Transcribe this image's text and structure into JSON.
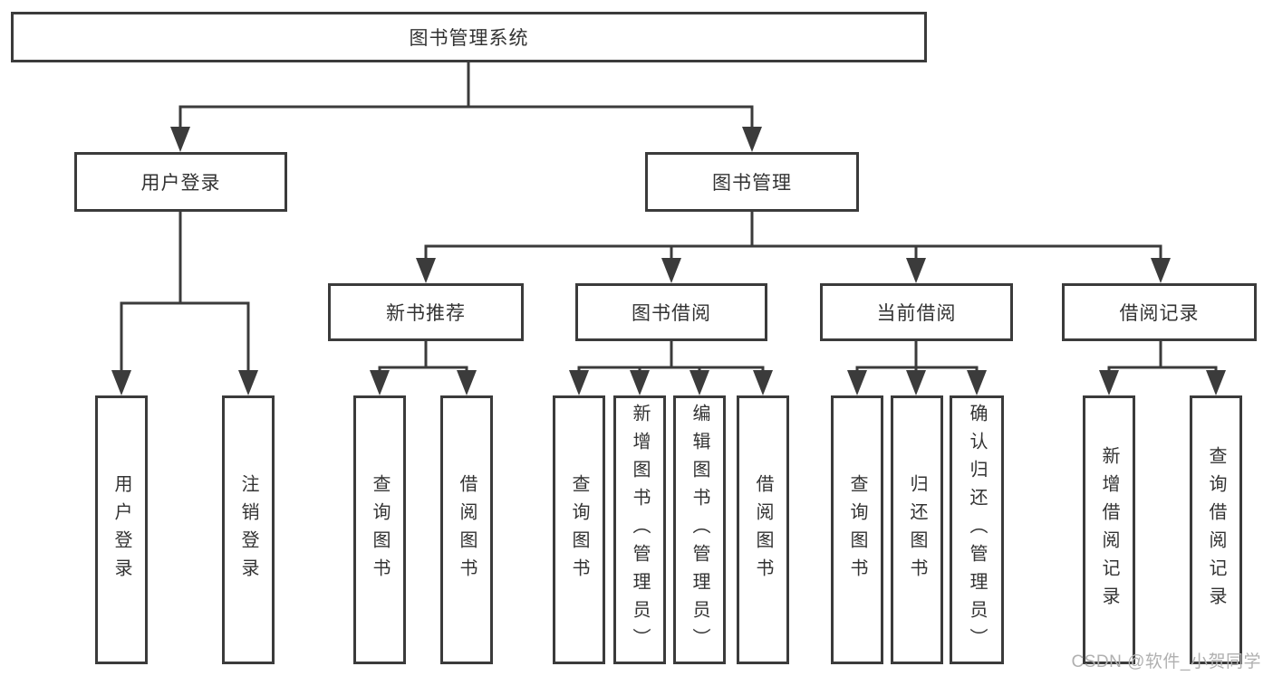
{
  "tree": {
    "root": "图书管理系统",
    "children": [
      {
        "label": "用户登录",
        "children": [
          "用户登录",
          "注销登录"
        ]
      },
      {
        "label": "图书管理",
        "children": [
          {
            "label": "新书推荐",
            "children": [
              "查询图书",
              "借阅图书"
            ]
          },
          {
            "label": "图书借阅",
            "children": [
              "查询图书",
              "新增图书（管理员）",
              "编辑图书（管理员）",
              "借阅图书"
            ]
          },
          {
            "label": "当前借阅",
            "children": [
              "查询图书",
              "归还图书",
              "确认归还（管理员）"
            ]
          },
          {
            "label": "借阅记录",
            "children": [
              "新增借阅记录",
              "查询借阅记录"
            ]
          }
        ]
      }
    ]
  },
  "watermark": "CSDN @软件_小贺同学",
  "colors": {
    "line": "#3b3b3b",
    "text": "#333333",
    "watermark": "#b0b0b0",
    "background": "#ffffff"
  }
}
